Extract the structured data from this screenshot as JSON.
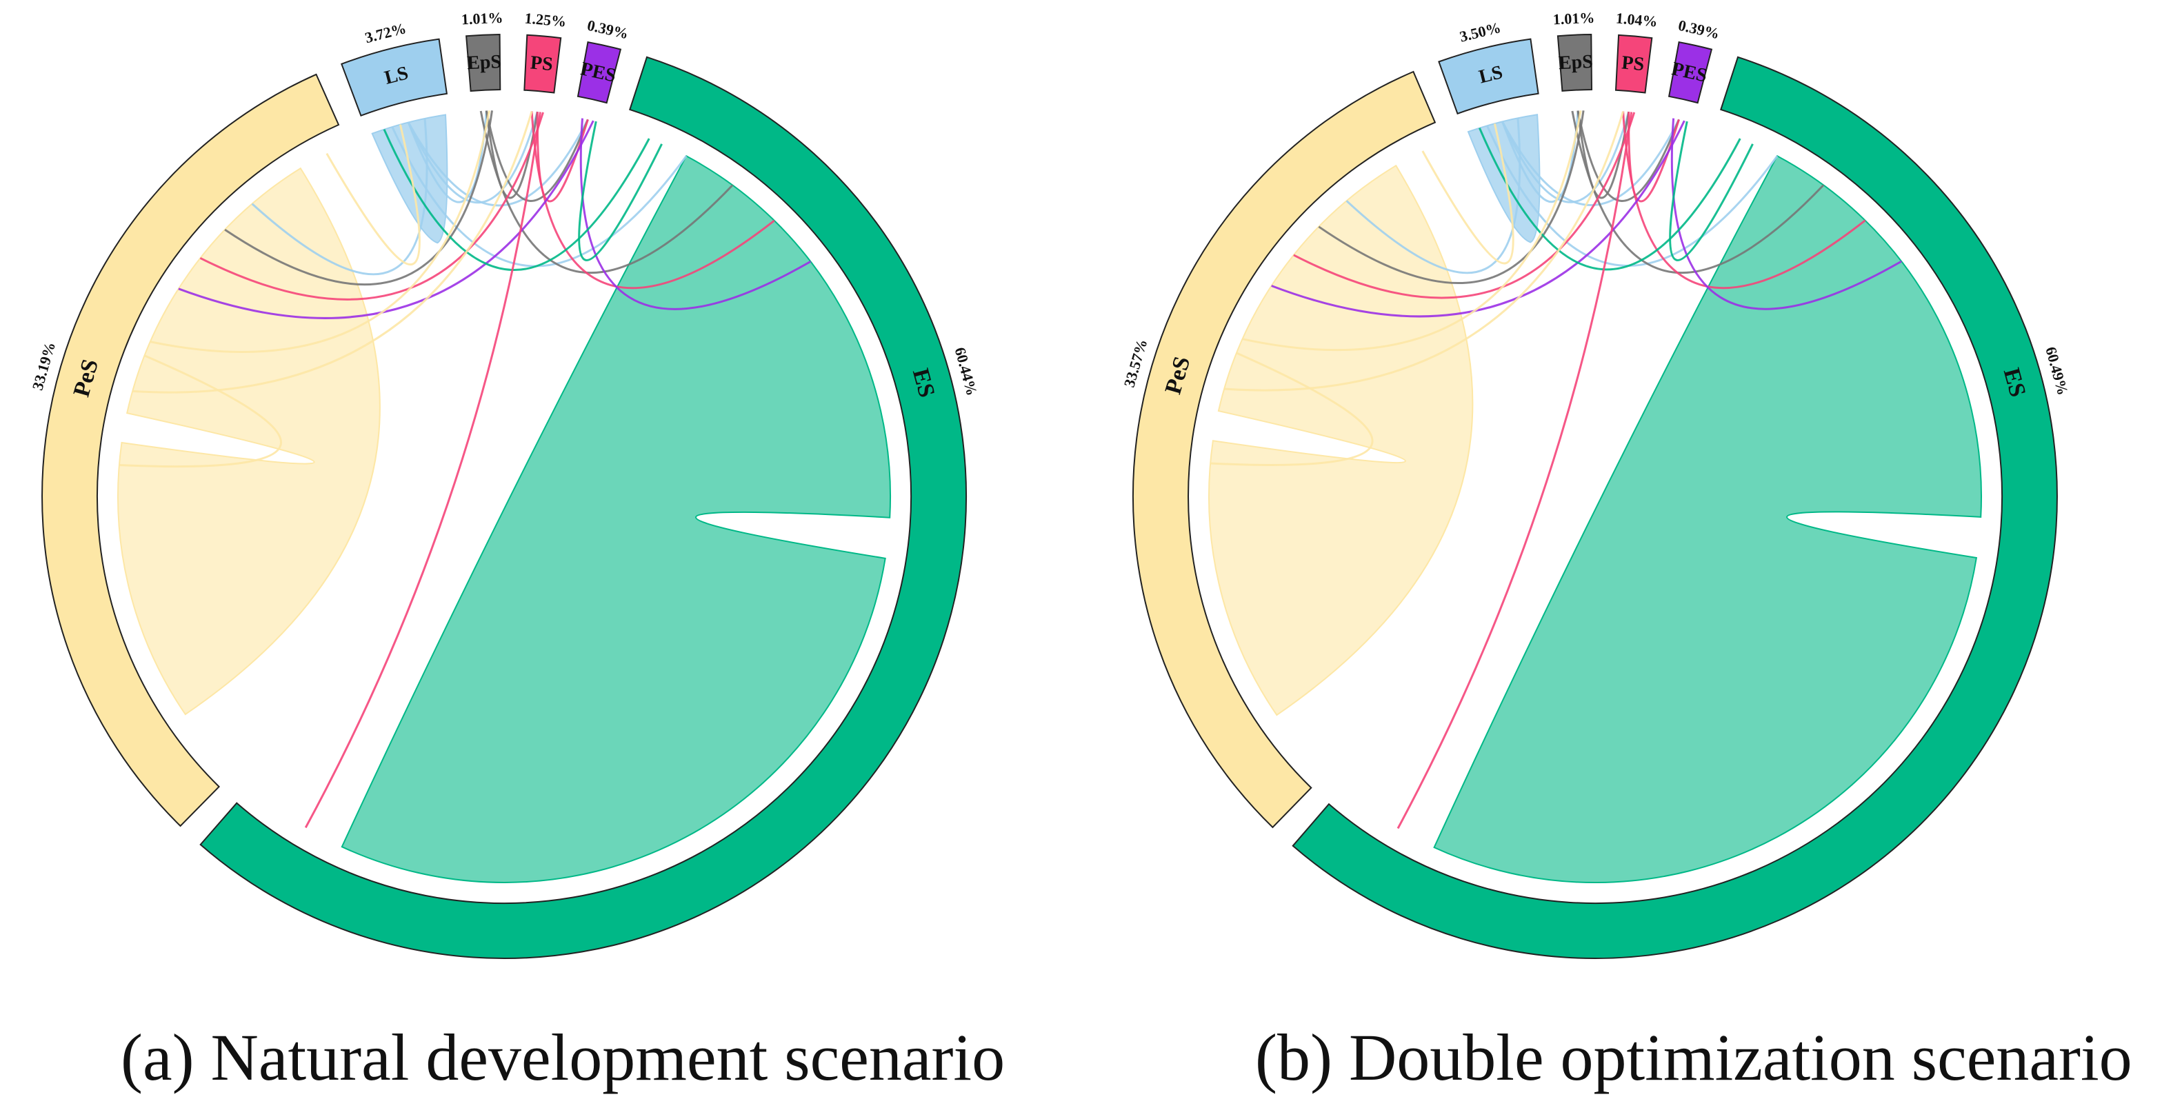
{
  "colors": {
    "PeS": "#fde7a6",
    "LS": "#9ecfee",
    "EpS": "#777777",
    "PS": "#f5457a",
    "PES": "#9b30e6",
    "ES": "#00b887"
  },
  "chart_data": [
    {
      "type": "chord",
      "caption": "(a) Natural development scenario",
      "segments": [
        {
          "key": "ES",
          "label": "ES",
          "pct": "60.44%",
          "value": 60.44
        },
        {
          "key": "PeS",
          "label": "PeS",
          "pct": "33.19%",
          "value": 33.19
        },
        {
          "key": "LS",
          "label": "LS",
          "pct": "3.72%",
          "value": 3.72
        },
        {
          "key": "EpS",
          "label": "EpS",
          "pct": "1.01%",
          "value": 1.01
        },
        {
          "key": "PS",
          "label": "PS",
          "pct": "1.25%",
          "value": 1.25
        },
        {
          "key": "PES",
          "label": "PES",
          "pct": "0.39%",
          "value": 0.39
        }
      ]
    },
    {
      "type": "chord",
      "caption": "(b) Double optimization scenario",
      "segments": [
        {
          "key": "ES",
          "label": "ES",
          "pct": "60.49%",
          "value": 60.49
        },
        {
          "key": "PeS",
          "label": "PeS",
          "pct": "33.57%",
          "value": 33.57
        },
        {
          "key": "LS",
          "label": "LS",
          "pct": "3.50%",
          "value": 3.5
        },
        {
          "key": "EpS",
          "label": "EpS",
          "pct": "1.01%",
          "value": 1.01
        },
        {
          "key": "PS",
          "label": "PS",
          "pct": "1.04%",
          "value": 1.04
        },
        {
          "key": "PES",
          "label": "PES",
          "pct": "0.39%",
          "value": 0.39
        }
      ]
    }
  ]
}
